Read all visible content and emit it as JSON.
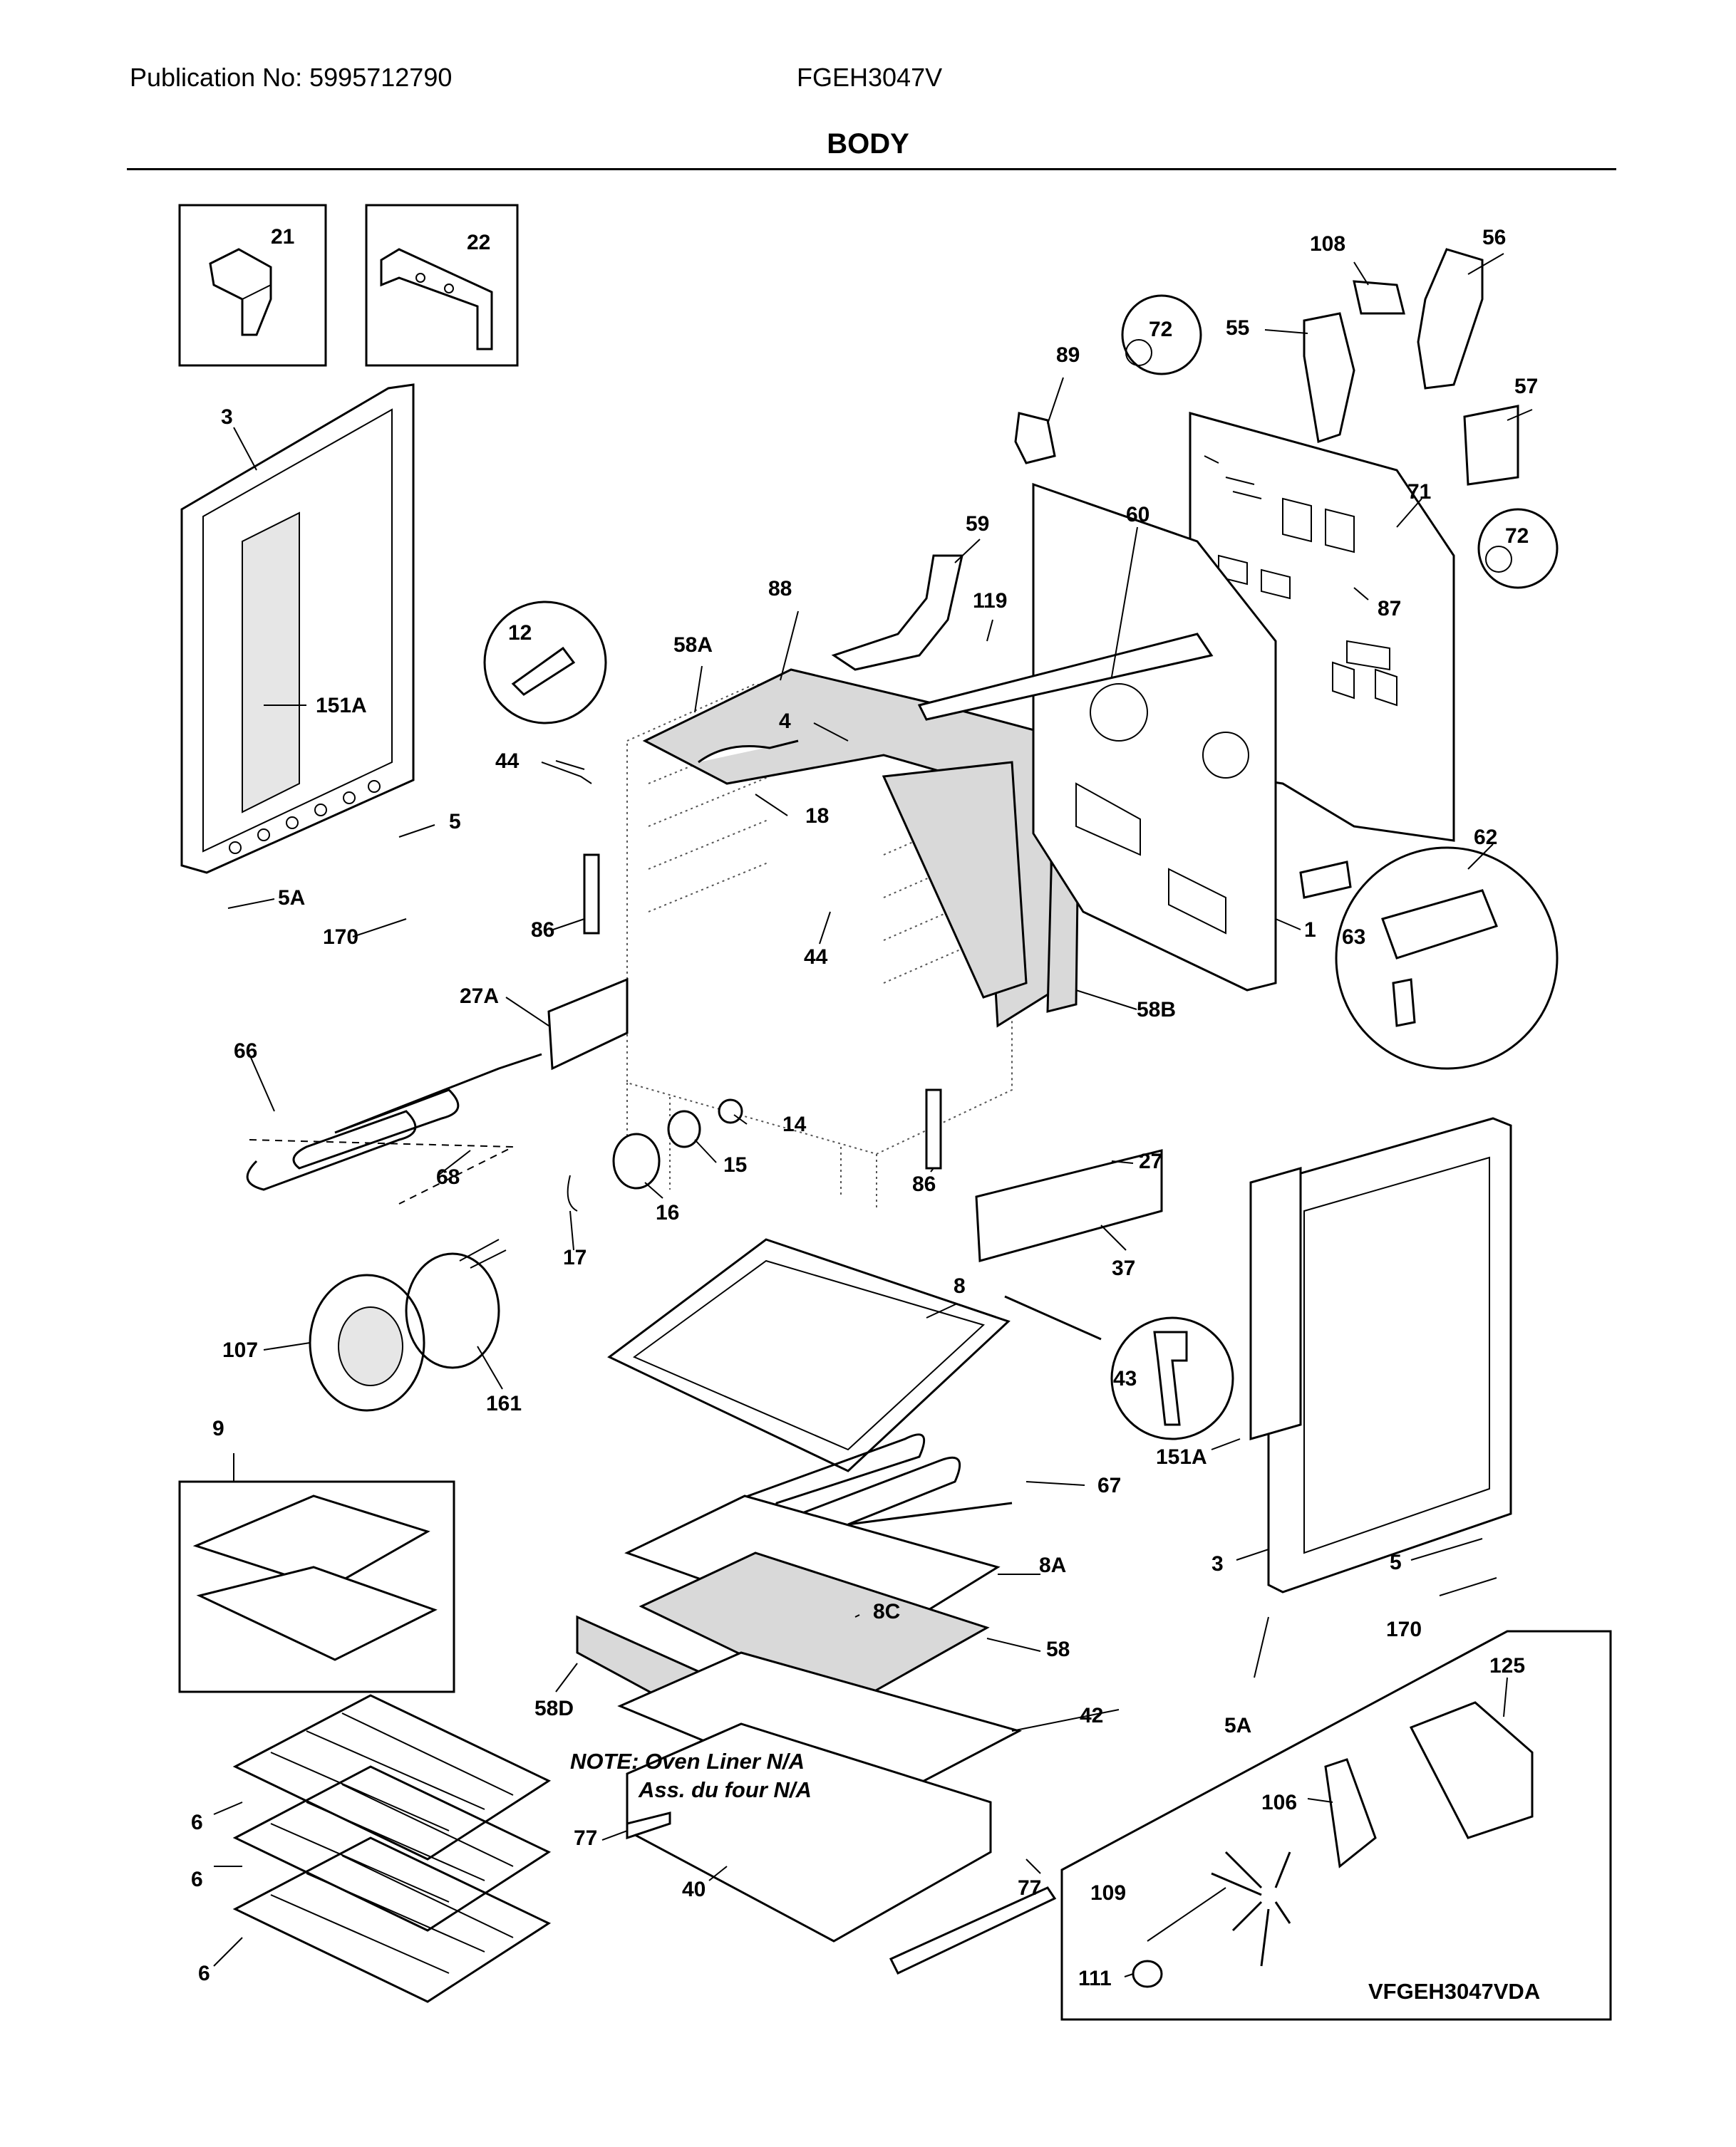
{
  "header": {
    "publication": "Publication No: 5995712790",
    "model": "FGEH3047V",
    "section_title": "BODY"
  },
  "callouts": {
    "p21": "21",
    "p22": "22",
    "p3_left": "3",
    "p151a_left": "151A",
    "p12": "12",
    "p44_left": "44",
    "p5_left": "5",
    "p5a_left": "5A",
    "p170_left": "170",
    "p86_left": "86",
    "p27a": "27A",
    "p66": "66",
    "p68": "68",
    "p58a": "58A",
    "p88": "88",
    "p4": "4",
    "p18": "18",
    "p44_mid": "44",
    "p59": "59",
    "p119": "119",
    "p60": "60",
    "p89": "89",
    "p72_top": "72",
    "p108": "108",
    "p56": "56",
    "p55": "55",
    "p57": "57",
    "p71": "71",
    "p72_right": "72",
    "p87": "87",
    "p62": "62",
    "p63": "63",
    "p1": "1",
    "p58b": "58B",
    "p14": "14",
    "p15": "15",
    "p16": "16",
    "p17": "17",
    "p86_mid": "86",
    "p27": "27",
    "p37": "37",
    "p107": "107",
    "p161": "161",
    "p8": "8",
    "p43": "43",
    "p9": "9",
    "p67": "67",
    "p8a": "8A",
    "p8c": "8C",
    "p58": "58",
    "p58d": "58D",
    "p42": "42",
    "p151a_right": "151A",
    "p3_right": "3",
    "p5_right": "5",
    "p170_right": "170",
    "p5a_right": "5A",
    "p125": "125",
    "p106": "106",
    "p109": "109",
    "p111": "111",
    "p6_a": "6",
    "p6_b": "6",
    "p6_c": "6",
    "p77_left": "77",
    "p77_right": "77",
    "p40": "40"
  },
  "note": {
    "line1": "NOTE: Oven Liner N/A",
    "line2": "Ass. du four N/A"
  },
  "drawing_code": "VFGEH3047VDA"
}
